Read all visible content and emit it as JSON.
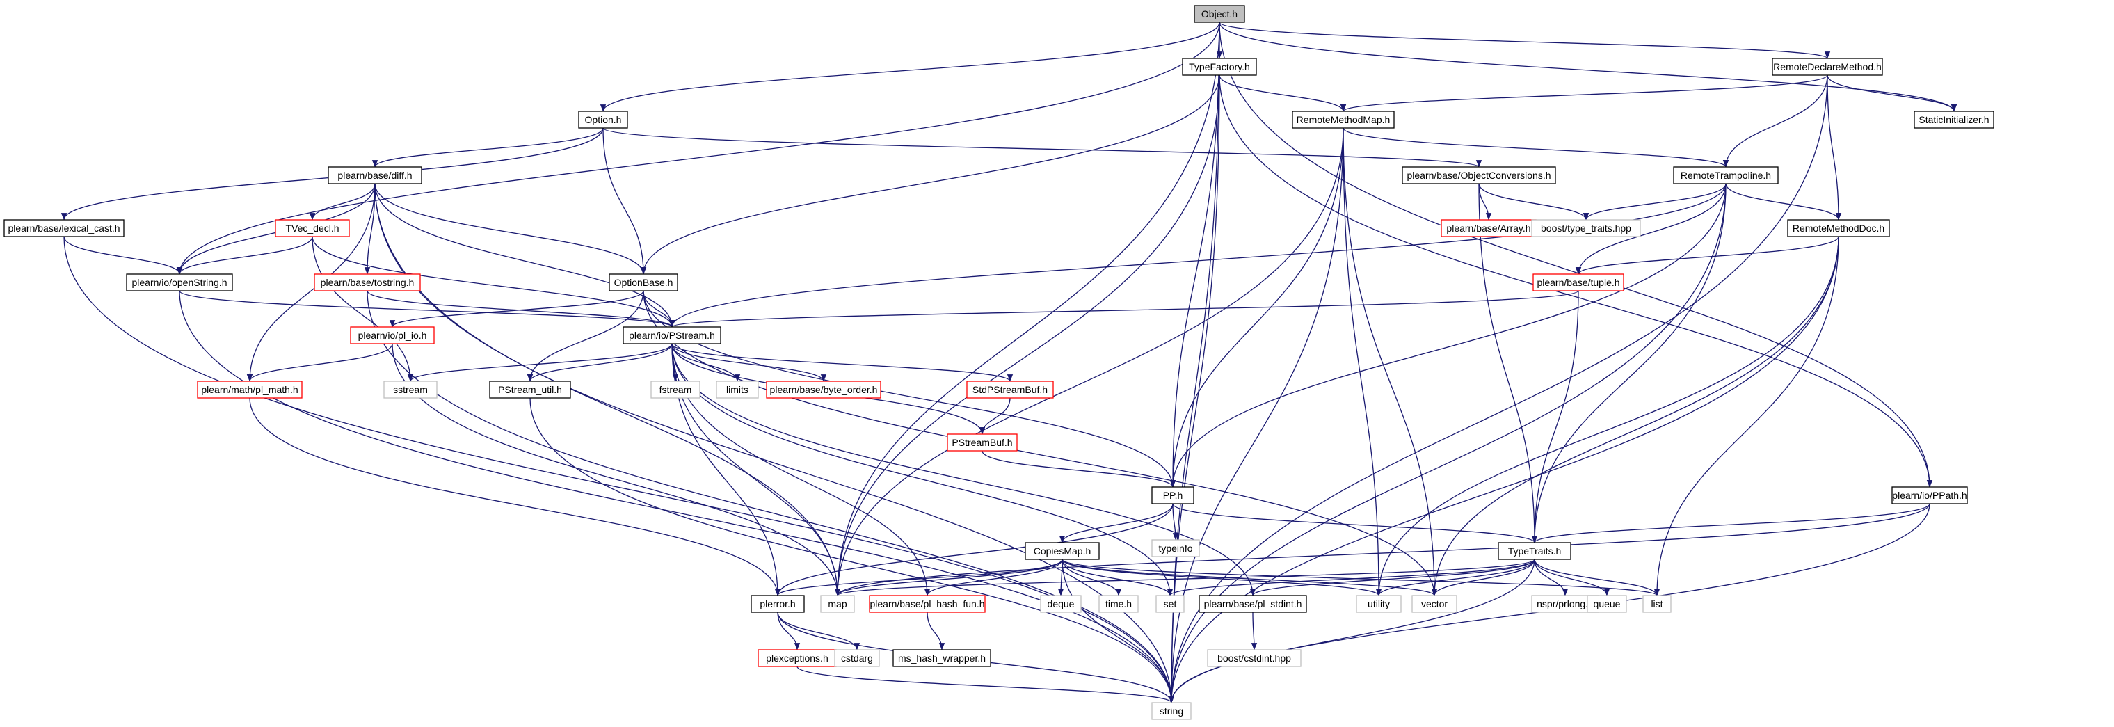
{
  "graph": {
    "colors": {
      "edge": "#191970",
      "box_default": "#000000",
      "box_red": "#ff0000",
      "box_grey": "#bfbfbf",
      "root_fill": "#bfbfbf",
      "text": "#000000"
    },
    "nodes": [
      {
        "id": "object_h",
        "label": "Object.h",
        "kind": "root"
      },
      {
        "id": "typefactory_h",
        "label": "TypeFactory.h",
        "kind": "default"
      },
      {
        "id": "remotedeclaremethod_h",
        "label": "RemoteDeclareMethod.h",
        "kind": "default"
      },
      {
        "id": "option_h",
        "label": "Option.h",
        "kind": "default"
      },
      {
        "id": "remotemethodmap_h",
        "label": "RemoteMethodMap.h",
        "kind": "default"
      },
      {
        "id": "staticinitializer_h",
        "label": "StaticInitializer.h",
        "kind": "default"
      },
      {
        "id": "diff_h",
        "label": "plearn/base/diff.h",
        "kind": "default"
      },
      {
        "id": "objectconversions_h",
        "label": "plearn/base/ObjectConversions.h",
        "kind": "default"
      },
      {
        "id": "remotetrampoline_h",
        "label": "RemoteTrampoline.h",
        "kind": "default"
      },
      {
        "id": "lexical_cast_h",
        "label": "plearn/base/lexical_cast.h",
        "kind": "default"
      },
      {
        "id": "tvec_decl_h",
        "label": "TVec_decl.h",
        "kind": "red"
      },
      {
        "id": "array_h",
        "label": "plearn/base/Array.h",
        "kind": "red"
      },
      {
        "id": "type_traits_hpp",
        "label": "boost/type_traits.hpp",
        "kind": "grey"
      },
      {
        "id": "remotemethoddoc_h",
        "label": "RemoteMethodDoc.h",
        "kind": "default"
      },
      {
        "id": "openstring_h",
        "label": "plearn/io/openString.h",
        "kind": "default"
      },
      {
        "id": "tostring_h",
        "label": "plearn/base/tostring.h",
        "kind": "red"
      },
      {
        "id": "optionbase_h",
        "label": "OptionBase.h",
        "kind": "default"
      },
      {
        "id": "tuple_h",
        "label": "plearn/base/tuple.h",
        "kind": "red"
      },
      {
        "id": "pl_io_h",
        "label": "plearn/io/pl_io.h",
        "kind": "red"
      },
      {
        "id": "pstream_h",
        "label": "plearn/io/PStream.h",
        "kind": "default"
      },
      {
        "id": "sstream",
        "label": "sstream",
        "kind": "grey"
      },
      {
        "id": "pstream_util_h",
        "label": "PStream_util.h",
        "kind": "default"
      },
      {
        "id": "fstream",
        "label": "fstream",
        "kind": "grey"
      },
      {
        "id": "limits",
        "label": "limits",
        "kind": "grey"
      },
      {
        "id": "byte_order_h",
        "label": "plearn/base/byte_order.h",
        "kind": "red"
      },
      {
        "id": "stdpstreambuf_h",
        "label": "StdPStreamBuf.h",
        "kind": "red"
      },
      {
        "id": "pl_math_h",
        "label": "plearn/math/pl_math.h",
        "kind": "red"
      },
      {
        "id": "pstreambuf_h",
        "label": "PStreamBuf.h",
        "kind": "red"
      },
      {
        "id": "pp_h",
        "label": "PP.h",
        "kind": "default"
      },
      {
        "id": "ppath_h",
        "label": "plearn/io/PPath.h",
        "kind": "default"
      },
      {
        "id": "typeinfo",
        "label": "typeinfo",
        "kind": "grey"
      },
      {
        "id": "copiesmap_h",
        "label": "CopiesMap.h",
        "kind": "default"
      },
      {
        "id": "typetraits_h",
        "label": "TypeTraits.h",
        "kind": "default"
      },
      {
        "id": "map",
        "label": "map",
        "kind": "grey"
      },
      {
        "id": "plerror_h",
        "label": "plerror.h",
        "kind": "default"
      },
      {
        "id": "pl_hash_fun_h",
        "label": "plearn/base/pl_hash_fun.h",
        "kind": "red"
      },
      {
        "id": "deque",
        "label": "deque",
        "kind": "grey"
      },
      {
        "id": "time_h",
        "label": "time.h",
        "kind": "grey"
      },
      {
        "id": "set",
        "label": "set",
        "kind": "grey"
      },
      {
        "id": "pl_stdint_h",
        "label": "plearn/base/pl_stdint.h",
        "kind": "default"
      },
      {
        "id": "utility",
        "label": "utility",
        "kind": "grey"
      },
      {
        "id": "vector",
        "label": "vector",
        "kind": "grey"
      },
      {
        "id": "nspr_prlong_h",
        "label": "nspr/prlong.h",
        "kind": "grey"
      },
      {
        "id": "queue",
        "label": "queue",
        "kind": "grey"
      },
      {
        "id": "list",
        "label": "list",
        "kind": "grey"
      },
      {
        "id": "plexceptions_h",
        "label": "plexceptions.h",
        "kind": "red"
      },
      {
        "id": "cstdarg",
        "label": "cstdarg",
        "kind": "grey"
      },
      {
        "id": "ms_hash_wrapper_h",
        "label": "ms_hash_wrapper.h",
        "kind": "default"
      },
      {
        "id": "boost_cstdint_hpp",
        "label": "boost/cstdint.hpp",
        "kind": "grey"
      },
      {
        "id": "string",
        "label": "string",
        "kind": "grey"
      }
    ],
    "edges": [
      [
        "object_h",
        "typefactory_h"
      ],
      [
        "object_h",
        "remotedeclaremethod_h"
      ],
      [
        "object_h",
        "option_h"
      ],
      [
        "object_h",
        "staticinitializer_h"
      ],
      [
        "object_h",
        "openstring_h"
      ],
      [
        "object_h",
        "map"
      ],
      [
        "object_h",
        "pp_h"
      ],
      [
        "object_h",
        "ppath_h"
      ],
      [
        "object_h",
        "string"
      ],
      [
        "typefactory_h",
        "remotemethodmap_h"
      ],
      [
        "typefactory_h",
        "optionbase_h"
      ],
      [
        "typefactory_h",
        "map"
      ],
      [
        "typefactory_h",
        "string"
      ],
      [
        "typefactory_h",
        "ppath_h"
      ],
      [
        "remotedeclaremethod_h",
        "remotemethodmap_h"
      ],
      [
        "remotedeclaremethod_h",
        "staticinitializer_h"
      ],
      [
        "remotedeclaremethod_h",
        "remotetrampoline_h"
      ],
      [
        "remotedeclaremethod_h",
        "remotemethoddoc_h"
      ],
      [
        "remotedeclaremethod_h",
        "string"
      ],
      [
        "option_h",
        "diff_h"
      ],
      [
        "option_h",
        "optionbase_h"
      ],
      [
        "option_h",
        "lexical_cast_h"
      ],
      [
        "option_h",
        "objectconversions_h"
      ],
      [
        "remotemethodmap_h",
        "remotetrampoline_h"
      ],
      [
        "remotemethodmap_h",
        "pp_h"
      ],
      [
        "remotemethodmap_h",
        "map"
      ],
      [
        "remotemethodmap_h",
        "vector"
      ],
      [
        "remotemethodmap_h",
        "utility"
      ],
      [
        "remotemethodmap_h",
        "string"
      ],
      [
        "diff_h",
        "tvec_decl_h"
      ],
      [
        "diff_h",
        "tostring_h"
      ],
      [
        "diff_h",
        "openstring_h"
      ],
      [
        "diff_h",
        "pstream_h"
      ],
      [
        "diff_h",
        "optionbase_h"
      ],
      [
        "diff_h",
        "pl_math_h"
      ],
      [
        "diff_h",
        "string"
      ],
      [
        "diff_h",
        "map"
      ],
      [
        "objectconversions_h",
        "array_h"
      ],
      [
        "objectconversions_h",
        "type_traits_hpp"
      ],
      [
        "objectconversions_h",
        "typetraits_h"
      ],
      [
        "remotetrampoline_h",
        "remotemethoddoc_h"
      ],
      [
        "remotetrampoline_h",
        "tuple_h"
      ],
      [
        "remotetrampoline_h",
        "type_traits_hpp"
      ],
      [
        "remotetrampoline_h",
        "pstream_h"
      ],
      [
        "remotetrampoline_h",
        "typetraits_h"
      ],
      [
        "remotetrampoline_h",
        "pp_h"
      ],
      [
        "remotetrampoline_h",
        "string"
      ],
      [
        "lexical_cast_h",
        "openstring_h"
      ],
      [
        "lexical_cast_h",
        "string"
      ],
      [
        "tvec_decl_h",
        "openstring_h"
      ],
      [
        "tvec_decl_h",
        "pstream_h"
      ],
      [
        "tvec_decl_h",
        "sstream"
      ],
      [
        "remotemethoddoc_h",
        "tuple_h"
      ],
      [
        "remotemethoddoc_h",
        "list"
      ],
      [
        "remotemethoddoc_h",
        "vector"
      ],
      [
        "remotemethoddoc_h",
        "utility"
      ],
      [
        "remotemethoddoc_h",
        "string"
      ],
      [
        "openstring_h",
        "pstream_h"
      ],
      [
        "openstring_h",
        "string"
      ],
      [
        "tostring_h",
        "pstream_h"
      ],
      [
        "tostring_h",
        "string"
      ],
      [
        "optionbase_h",
        "pstream_h"
      ],
      [
        "optionbase_h",
        "pstream_util_h"
      ],
      [
        "optionbase_h",
        "pp_h"
      ],
      [
        "optionbase_h",
        "pl_io_h"
      ],
      [
        "optionbase_h",
        "vector"
      ],
      [
        "tuple_h",
        "pstream_h"
      ],
      [
        "tuple_h",
        "typetraits_h"
      ],
      [
        "pl_io_h",
        "pl_math_h"
      ],
      [
        "pl_io_h",
        "map"
      ],
      [
        "pstream_h",
        "sstream"
      ],
      [
        "pstream_h",
        "pstream_util_h"
      ],
      [
        "pstream_h",
        "fstream"
      ],
      [
        "pstream_h",
        "limits"
      ],
      [
        "pstream_h",
        "byte_order_h"
      ],
      [
        "pstream_h",
        "stdpstreambuf_h"
      ],
      [
        "pstream_h",
        "pstreambuf_h"
      ],
      [
        "pstream_h",
        "map"
      ],
      [
        "pstream_h",
        "pl_hash_fun_h"
      ],
      [
        "pstream_h",
        "set"
      ],
      [
        "pstream_h",
        "pl_stdint_h"
      ],
      [
        "pstream_h",
        "plerror_h"
      ],
      [
        "pstream_util_h",
        "string"
      ],
      [
        "stdpstreambuf_h",
        "pstreambuf_h"
      ],
      [
        "pl_math_h",
        "plerror_h"
      ],
      [
        "pstreambuf_h",
        "pp_h"
      ],
      [
        "pp_h",
        "typeinfo"
      ],
      [
        "pp_h",
        "copiesmap_h"
      ],
      [
        "pp_h",
        "typetraits_h"
      ],
      [
        "pp_h",
        "plerror_h"
      ],
      [
        "ppath_h",
        "typetraits_h"
      ],
      [
        "ppath_h",
        "map"
      ],
      [
        "ppath_h",
        "string"
      ],
      [
        "copiesmap_h",
        "map"
      ],
      [
        "copiesmap_h",
        "deque"
      ],
      [
        "copiesmap_h",
        "time_h"
      ],
      [
        "copiesmap_h",
        "set"
      ],
      [
        "copiesmap_h",
        "utility"
      ],
      [
        "copiesmap_h",
        "vector"
      ],
      [
        "copiesmap_h",
        "pl_hash_fun_h"
      ],
      [
        "copiesmap_h",
        "plerror_h"
      ],
      [
        "copiesmap_h",
        "list"
      ],
      [
        "copiesmap_h",
        "string"
      ],
      [
        "typetraits_h",
        "map"
      ],
      [
        "typetraits_h",
        "set"
      ],
      [
        "typetraits_h",
        "pl_stdint_h"
      ],
      [
        "typetraits_h",
        "vector"
      ],
      [
        "typetraits_h",
        "nspr_prlong_h"
      ],
      [
        "typetraits_h",
        "queue"
      ],
      [
        "typetraits_h",
        "list"
      ],
      [
        "typetraits_h",
        "string"
      ],
      [
        "typetraits_h",
        "utility"
      ],
      [
        "plerror_h",
        "plexceptions_h"
      ],
      [
        "plerror_h",
        "cstdarg"
      ],
      [
        "plerror_h",
        "string"
      ],
      [
        "pl_hash_fun_h",
        "ms_hash_wrapper_h"
      ],
      [
        "plexceptions_h",
        "string"
      ],
      [
        "pl_stdint_h",
        "boost_cstdint_hpp"
      ]
    ]
  }
}
